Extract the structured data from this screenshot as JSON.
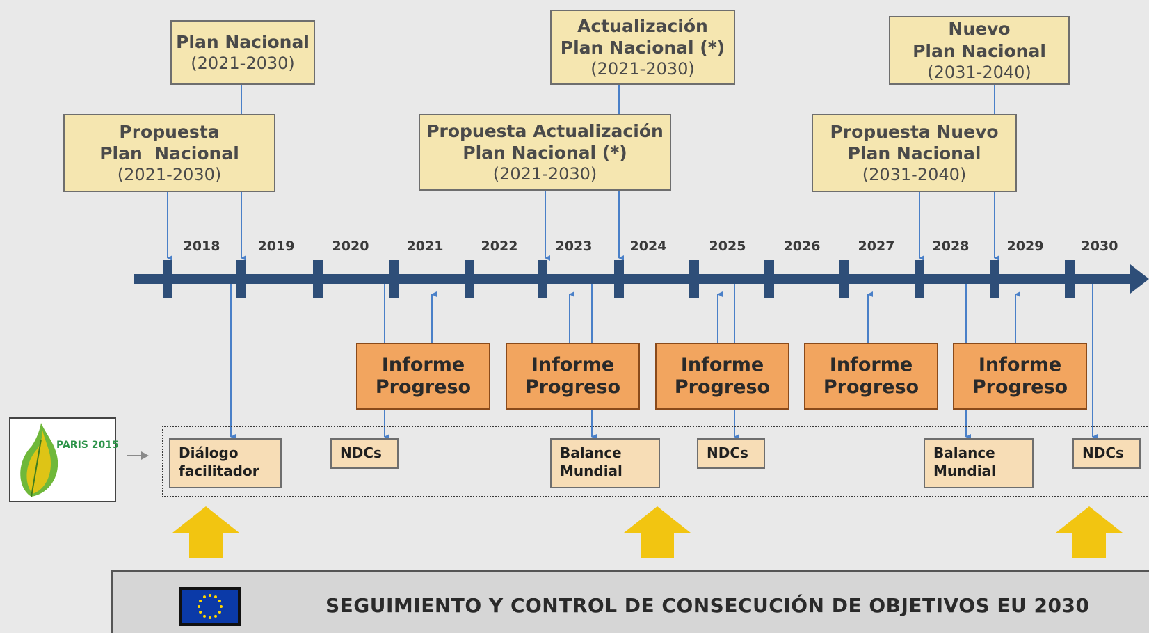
{
  "plans_top": [
    {
      "title": "Plan Nacional",
      "period": "(2021-2030)"
    },
    {
      "title": "Actualización\nPlan Nacional (*)",
      "period": "(2021-2030)"
    },
    {
      "title": "Nuevo\nPlan Nacional",
      "period": "(2031-2040)"
    }
  ],
  "plans_proposals": [
    {
      "title": "Propuesta\nPlan  Nacional",
      "period": "(2021-2030)"
    },
    {
      "title": "Propuesta Actualización\nPlan Nacional (*)",
      "period": "(2021-2030)"
    },
    {
      "title": "Propuesta Nuevo\nPlan Nacional",
      "period": "(2031-2040)"
    }
  ],
  "timeline": {
    "years": [
      "2018",
      "2019",
      "2020",
      "2021",
      "2022",
      "2023",
      "2024",
      "2025",
      "2026",
      "2027",
      "2028",
      "2029",
      "2030"
    ],
    "color": "#2e4e78"
  },
  "progress_reports": [
    {
      "label": "Informe\nProgreso"
    },
    {
      "label": "Informe\nProgreso"
    },
    {
      "label": "Informe\nProgreso"
    },
    {
      "label": "Informe\nProgreso"
    },
    {
      "label": "Informe\nProgreso"
    }
  ],
  "paris_items": [
    {
      "label": "Diálogo\nfacilitador"
    },
    {
      "label": "NDCs"
    },
    {
      "label": "Balance\nMundial"
    },
    {
      "label": "NDCs"
    },
    {
      "label": "Balance\nMundial"
    },
    {
      "label": "NDCs"
    }
  ],
  "paris_logo": {
    "text": "PARIS 2015",
    "icon": "leaf-logo-icon"
  },
  "footer": {
    "title": "SEGUIMIENTO Y CONTROL DE CONSECUCIÓN DE OBJETIVOS EU 2030",
    "flag_icon": "eu-flag-icon"
  },
  "colors": {
    "plan_fill": "#f5e6b0",
    "report_fill": "#f2a55f",
    "paris_fill": "#f7ddb6",
    "connector": "#4a80c8",
    "arrow_yellow": "#f2c511"
  }
}
